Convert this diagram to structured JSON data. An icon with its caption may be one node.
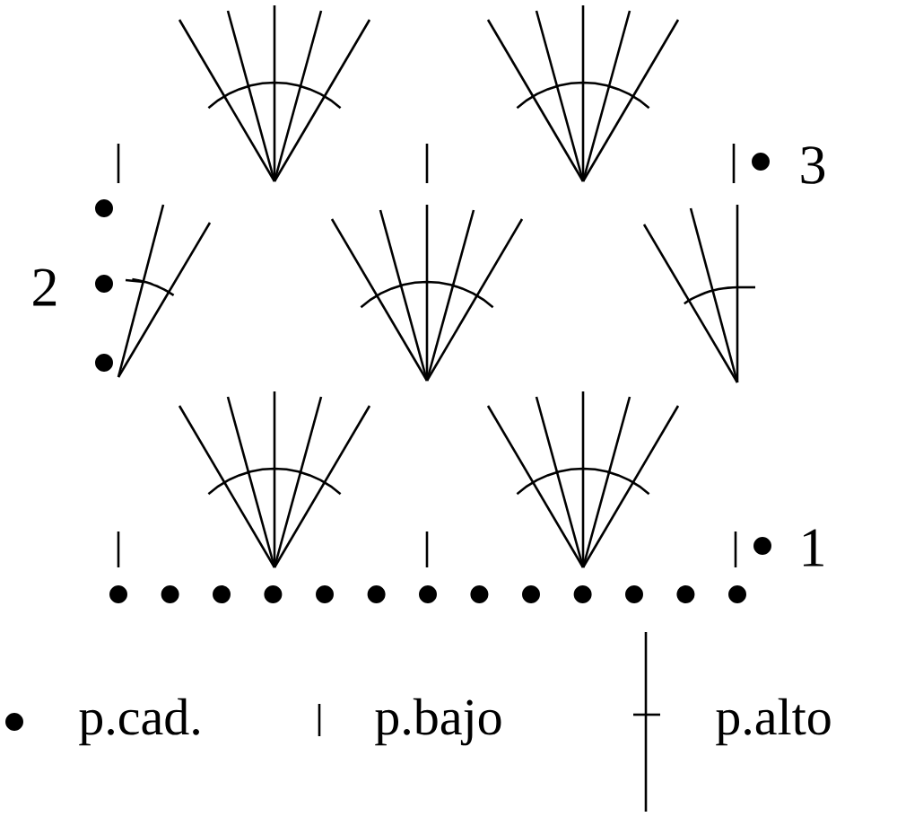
{
  "diagram": {
    "labels": [
      "3",
      "2",
      "1"
    ],
    "legend": [
      {
        "text": "p.cad."
      },
      {
        "text": "p.bajo"
      },
      {
        "text": "p.alto"
      }
    ]
  }
}
